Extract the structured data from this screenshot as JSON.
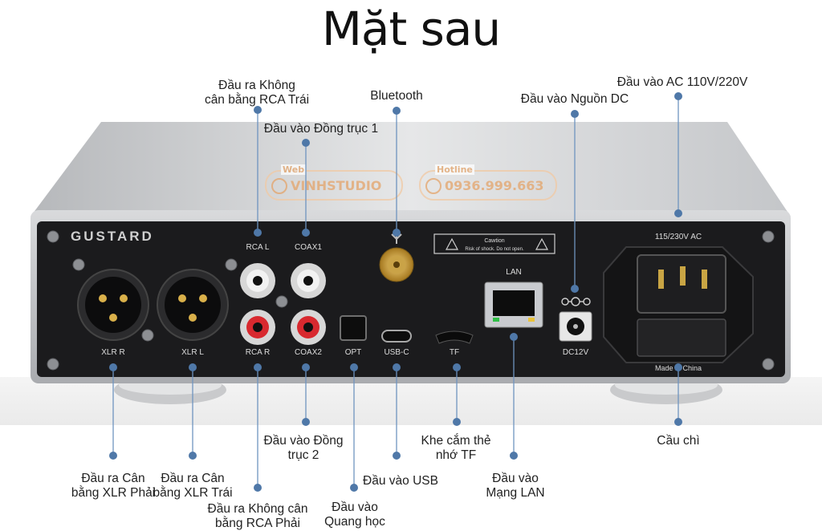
{
  "title": "Mặt sau",
  "device": {
    "brand": "GUSTARD",
    "panel_labels": {
      "xlr_r": "XLR R",
      "xlr_l": "XLR L",
      "rca_l": "RCA L",
      "coax1": "COAX1",
      "rca_r": "RCA R",
      "coax2": "COAX2",
      "opt": "OPT",
      "usbc": "USB-C",
      "tf": "TF",
      "lan": "LAN",
      "dc": "DC12V",
      "ac": "115/230V AC",
      "made": "Made in China",
      "caution_title": "Cawtion",
      "caution_text": "Risk of shock. Do not open."
    }
  },
  "watermark": {
    "web_label": "Web",
    "web_value": "VINHSTUDIO",
    "hotline_label": "Hotline",
    "hotline_value": "0936.999.663"
  },
  "callouts": [
    {
      "id": "rca-l",
      "text": "Đầu ra Không\ncân bằng RCA Trái"
    },
    {
      "id": "coax1",
      "text": "Đầu vào Đồng trục 1"
    },
    {
      "id": "bluetooth",
      "text": "Bluetooth"
    },
    {
      "id": "dc",
      "text": "Đầu vào Nguồn DC"
    },
    {
      "id": "ac",
      "text": "Đầu vào AC 110V/220V"
    },
    {
      "id": "xlr-r",
      "text": "Đầu ra Cân\nbằng XLR Phải"
    },
    {
      "id": "xlr-l",
      "text": "Đầu ra Cân\nbằng XLR Trái"
    },
    {
      "id": "rca-r",
      "text": "Đầu ra Không cân\nbằng RCA Phải"
    },
    {
      "id": "coax2",
      "text": "Đầu vào Đồng\ntrục 2"
    },
    {
      "id": "opt",
      "text": "Đầu vào\nQuang học"
    },
    {
      "id": "usb",
      "text": "Đầu vào USB"
    },
    {
      "id": "tf",
      "text": "Khe cắm thẻ\nnhớ TF"
    },
    {
      "id": "lan",
      "text": "Đầu vào\nMạng LAN"
    },
    {
      "id": "fuse",
      "text": "Cầu chì"
    }
  ]
}
